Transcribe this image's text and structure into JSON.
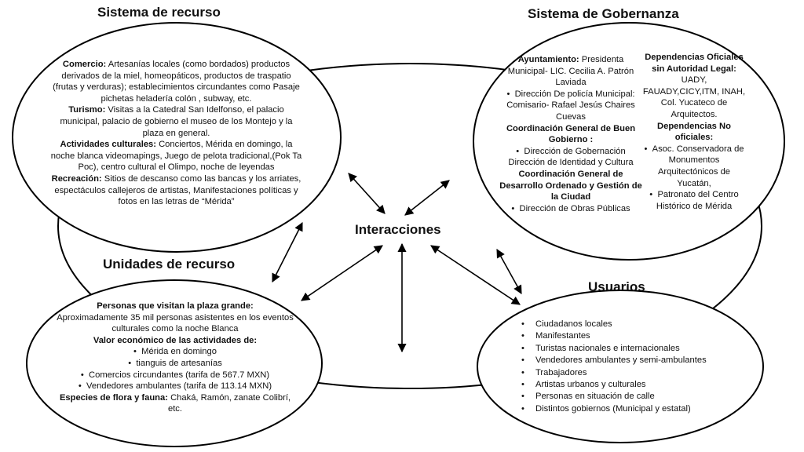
{
  "titles": {
    "recurso": "Sistema de recurso",
    "gobernanza": "Sistema de  Gobernanza",
    "unidades": "Unidades de recurso",
    "usuarios": "Usuarios",
    "center": "Interacciones"
  },
  "recurso": {
    "comercio_label": "Comercio:",
    "comercio_text": " Artesanías locales (como bordados) productos derivados de la miel, homeopáticos, productos de traspatio (frutas y verduras); establecimientos circundantes como Pasaje pichetas heladería colón , subway, etc.",
    "turismo_label": "Turismo:",
    "turismo_text": " Visitas a la Catedral San Idelfonso, el palacio municipal, palacio de gobierno el museo de los Montejo y la plaza en general.",
    "actividades_label": "Actividades culturales:",
    "actividades_text": " Conciertos, Mérida en domingo, la noche blanca videomapings, Juego de pelota tradicional,(Pok Ta Poc), centro cultural el Olimpo, noche  de leyendas",
    "recreacion_label": "Recreación:",
    "recreacion_text": " Sitios de descanso como las bancas y los arriates, espectáculos callejeros de artistas, Manifestaciones  políticas  y fotos en las letras de “Mérida”"
  },
  "gobernanza": {
    "ayuntamiento_label": "Ayuntamiento:",
    "ayuntamiento_text": " Presidenta Municipal- LIC. Cecilia A. Patrón Laviada",
    "policia": "Dirección De policía Municipal: Comisario- Rafael Jesús Chaires Cuevas",
    "coord_buen_gobierno": "Coordinación General de Buen Gobierno :",
    "dir_gobernacion": "Dirección de Gobernación Dirección de Identidad y Cultura",
    "coord_desarrollo": "Coordinación General de Desarrollo Ordenado y Gestión de la Ciudad",
    "obras_publicas": "Dirección de Obras Públicas",
    "dependencias_oficiales": "Dependencias Oficiales sin Autoridad Legal:",
    "dependencias_oficiales_text": "UADY, FAUADY,CICY,ITM, INAH, Col. Yucateco de Arquitectos.",
    "dependencias_no": "Dependencias No oficiales:",
    "asoc": "Asoc. Conservadora de Monumentos Arquitectónicos de Yucatán,",
    "patronato": "Patronato del Centro Histórico de Mérida"
  },
  "unidades": {
    "personas_label": "Personas que visitan la plaza grande:",
    "personas_text": "Aproximadamente 35 mil personas asistentes en los eventos culturales como la noche Blanca",
    "valor_label": "Valor económico de las actividades de:",
    "items": [
      "Mérida en domingo",
      "tianguis de artesanías",
      "Comercios circundantes (tarifa de 567.7 MXN)",
      "Vendedores ambulantes (tarifa de 113.14 MXN)"
    ],
    "especies_label": "Especies de flora y fauna:",
    "especies_text": " Chaká, Ramón, zanate Colibrí, etc."
  },
  "usuarios": {
    "items": [
      "Ciudadanos locales",
      "Manifestantes",
      "Turistas nacionales e internacionales",
      "Vendedores ambulantes y semi-ambulantes",
      "Trabajadores",
      "Artistas urbanos y culturales",
      "Personas en situación de calle",
      "Distintos gobiernos (Municipal y estatal)"
    ]
  }
}
